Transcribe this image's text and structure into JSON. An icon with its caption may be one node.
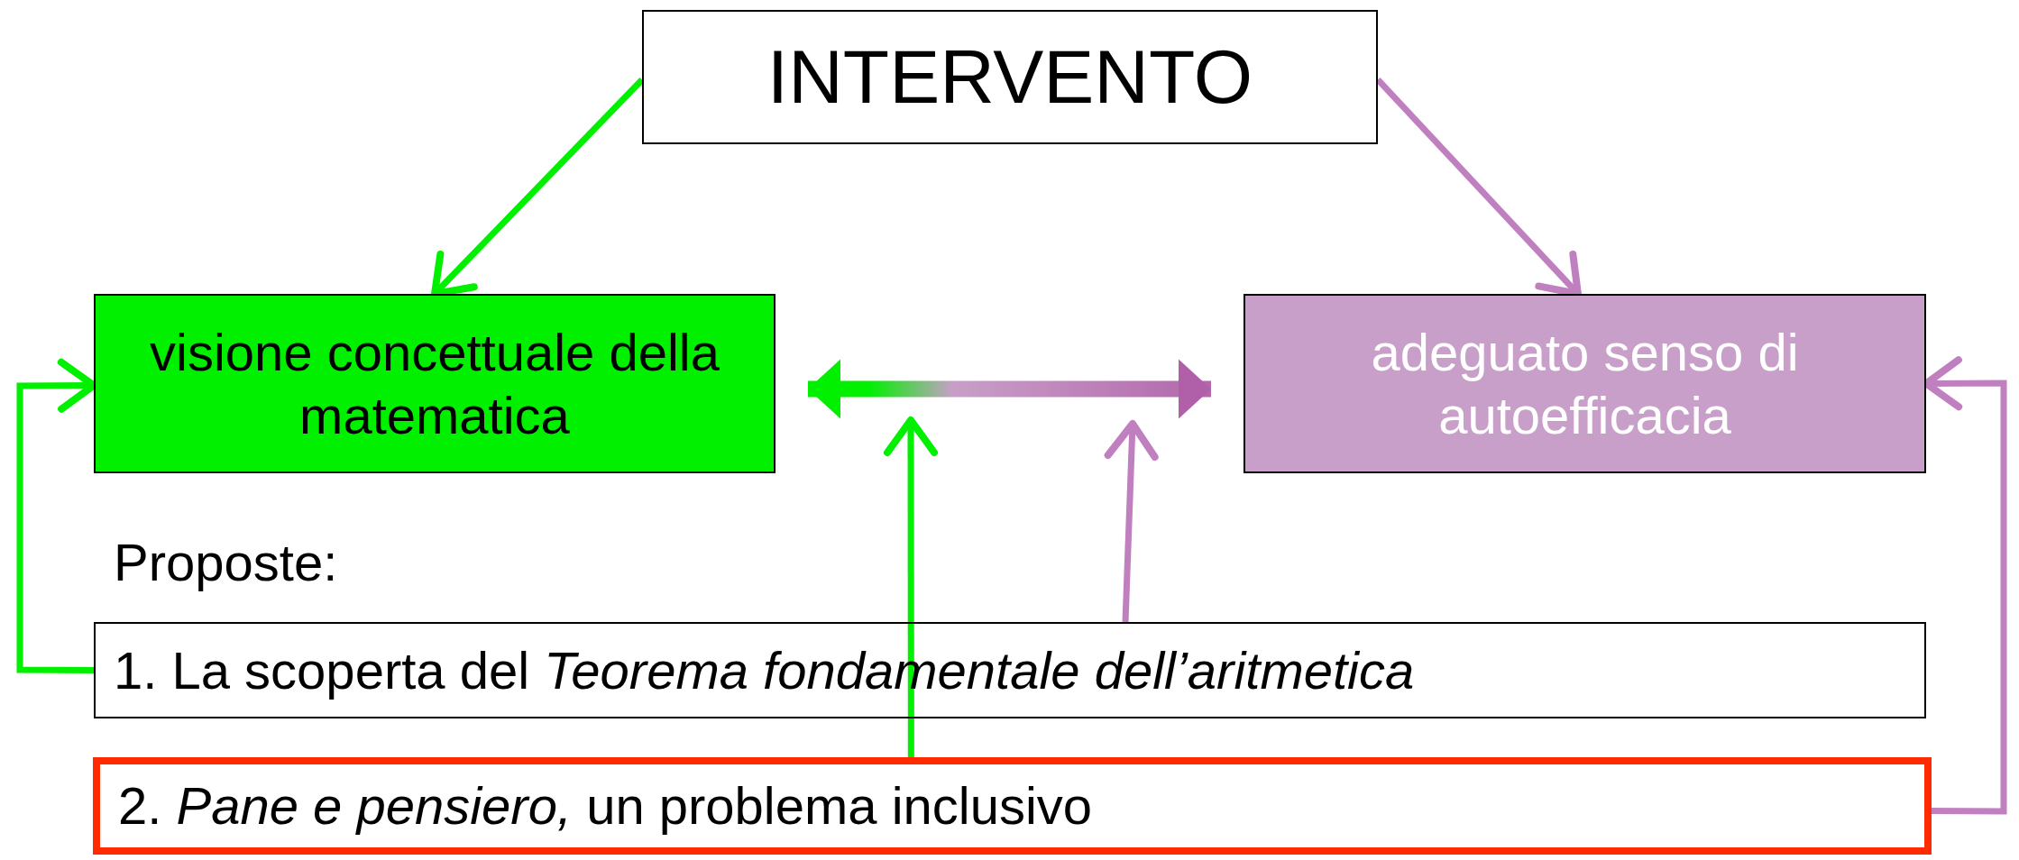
{
  "diagram": {
    "nodes": [
      {
        "text": [
          "INTERVENTO"
        ]
      },
      {
        "text": [
          "visione concettuale della matematica"
        ]
      },
      {
        "text": [
          "adeguato senso di autoefficacia"
        ]
      },
      {
        "text": [
          "1. La scoperta del *Teorema fondamentale dell’aritmetica*"
        ]
      },
      {
        "text": [
          "2. *Pane e pensiero,* un problema inclusivo"
        ]
      }
    ],
    "edges": [
      {
        "from": 0,
        "to": 1,
        "arrow": "to",
        "color": "#00f000"
      },
      {
        "from": 0,
        "to": 2,
        "arrow": "to",
        "color": "#c080c0"
      },
      {
        "from": 1,
        "to": 2,
        "arrow": "both",
        "style": "thick"
      },
      {
        "from": 3,
        "to": 1,
        "arrow": "to",
        "color": "#00f000"
      },
      {
        "from": 4,
        "to": 2,
        "arrow": "to",
        "color": "#c080c0"
      },
      {
        "from": 4,
        "to": null,
        "arrow": "to",
        "color": "#00f000"
      },
      {
        "from": 3,
        "to": null,
        "arrow": "to",
        "color": "#c080c0"
      }
    ],
    "labels": [
      "Proposte:"
    ]
  }
}
